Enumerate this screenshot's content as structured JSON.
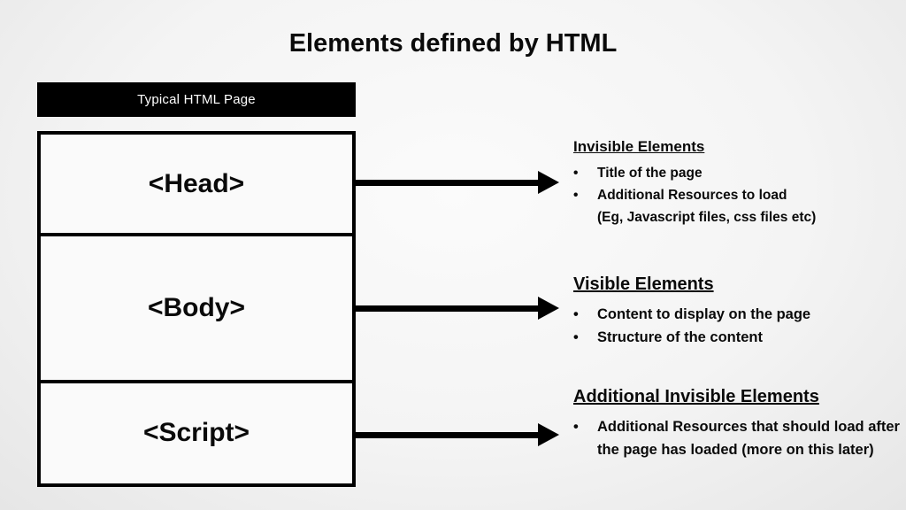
{
  "slide": {
    "title": "Elements defined by HTML"
  },
  "page_box": {
    "header": "Typical HTML Page",
    "sections": [
      {
        "label": "<Head>"
      },
      {
        "label": "<Body>"
      },
      {
        "label": "<Script>"
      }
    ]
  },
  "annotations": [
    {
      "heading": "Invisible Elements",
      "bullets": [
        "Title of the page",
        "Additional Resources to load"
      ],
      "note": "(Eg, Javascript files, css files etc)"
    },
    {
      "heading": "Visible Elements",
      "bullets": [
        "Content to display on the page",
        "Structure of the content"
      ]
    },
    {
      "heading": "Additional Invisible Elements",
      "bullets": [
        "Additional Resources that should load after the page has loaded (more on this later)"
      ]
    }
  ],
  "bullet_marker": "•",
  "colors": {
    "bar_background": "#000000",
    "bar_text": "#ffffff",
    "box_border": "#000000",
    "arrow": "#000000",
    "text": "#0a0a0a",
    "slide_background": "#f4f4f4"
  }
}
